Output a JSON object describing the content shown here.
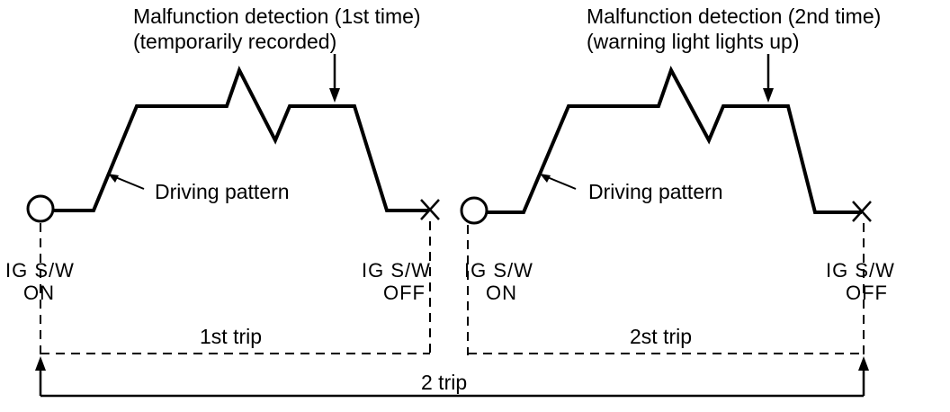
{
  "trip1": {
    "detection_title": "Malfunction detection (1st time)",
    "detection_note": "(temporarily recorded)",
    "pattern_label": "Driving pattern",
    "ig_on_line1": "IG S/W",
    "ig_on_line2": "ON",
    "ig_off_line1": "IG S/W",
    "ig_off_line2": "OFF",
    "trip_label": "1st trip"
  },
  "trip2": {
    "detection_title": "Malfunction detection (2nd time)",
    "detection_note": "(warning light lights up)",
    "pattern_label": "Driving pattern",
    "ig_on_line1": "IG S/W",
    "ig_on_line2": "ON",
    "ig_off_line1": "IG S/W",
    "ig_off_line2": "OFF",
    "trip_label": "2st trip"
  },
  "total_label": "2 trip",
  "colors": {
    "ink": "#000000",
    "background": "#ffffff"
  }
}
